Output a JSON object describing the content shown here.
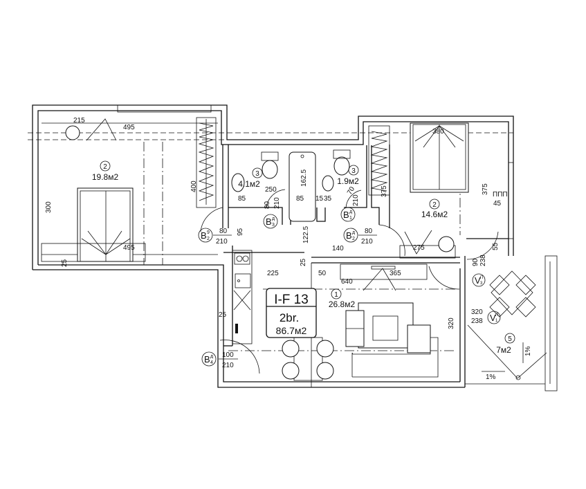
{
  "apartment": {
    "code": "I-F 13",
    "type": "2br.",
    "total_area": "86.7м2"
  },
  "rooms": [
    {
      "number": "1",
      "area": "26.8м2"
    },
    {
      "number": "2",
      "area": "19.8м2"
    },
    {
      "number": "2",
      "area": "14.6м2"
    },
    {
      "number": "3",
      "area": "4.1м2"
    },
    {
      "number": "3",
      "area": "1.9м2"
    },
    {
      "number": "5",
      "area": "7м2"
    }
  ],
  "doors": [
    {
      "letter": "B",
      "sup": "9",
      "sub": "2",
      "width": "80",
      "height": "210"
    },
    {
      "letter": "B",
      "sup": "д",
      "sub": "3",
      "width": "80",
      "height": "210"
    },
    {
      "letter": "B",
      "sup": "д",
      "sub": "1",
      "width": "70",
      "height": "210"
    },
    {
      "letter": "B",
      "sup": "д",
      "sub": "2",
      "width": "80",
      "height": "210"
    },
    {
      "letter": "B",
      "sup": "д",
      "sub": "4",
      "width": "100",
      "height": "210"
    }
  ],
  "windows": [
    {
      "letter": "V",
      "sup": "П",
      "sub": "3",
      "width": "90",
      "height": "238"
    },
    {
      "letter": "V",
      "sup": "П",
      "sub": "1",
      "width": "320",
      "height": "238"
    }
  ],
  "dimensions": [
    "215",
    "495",
    "400",
    "300",
    "495",
    "25",
    "250",
    "85",
    "85",
    "15",
    "35",
    "162.5",
    "122.5",
    "95",
    "140",
    "25",
    "225",
    "50",
    "640",
    "365",
    "320",
    "25",
    "380",
    "375",
    "375",
    "45",
    "275",
    "55",
    "1%",
    "1%"
  ],
  "annotations": {
    "radiator": "ППП"
  }
}
